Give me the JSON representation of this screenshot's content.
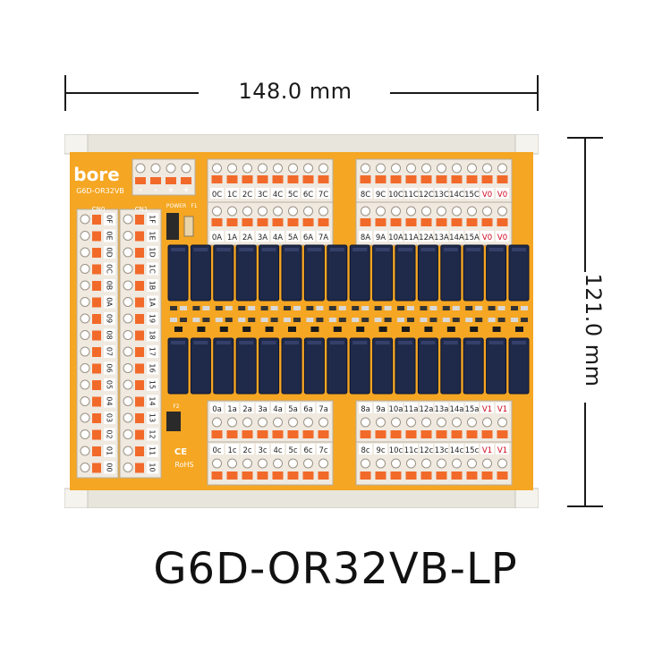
{
  "dimensions": {
    "width_label": "148.0 mm",
    "height_label": "121.0 mm"
  },
  "product": {
    "model": "G6D-OR32VB-LP",
    "brand": "bore",
    "board_model": "G6D-OR32VB",
    "cn_left_outer": "CN0",
    "cn_left_inner": "CN1",
    "power_label": "POWER",
    "fuse_label": "F1",
    "fuse2_label": "F2",
    "ce_mark": "CE",
    "rohs_mark": "RoHS"
  },
  "power_terminals": [
    "-",
    "-",
    "+",
    "+"
  ],
  "terminals": {
    "top_com_left": [
      "0C",
      "1C",
      "2C",
      "3C",
      "4C",
      "5C",
      "6C",
      "7C"
    ],
    "top_no_left": [
      "0A",
      "1A",
      "2A",
      "3A",
      "4A",
      "5A",
      "6A",
      "7A"
    ],
    "top_com_right": [
      "8C",
      "9C",
      "10C",
      "11C",
      "12C",
      "13C",
      "14C",
      "15C",
      "V0",
      "V0"
    ],
    "top_no_right": [
      "8A",
      "9A",
      "10A",
      "11A",
      "12A",
      "13A",
      "14A",
      "15A",
      "V0",
      "V0"
    ],
    "bottom_no_left": [
      "0a",
      "1a",
      "2a",
      "3a",
      "4a",
      "5a",
      "6a",
      "7a"
    ],
    "bottom_com_left": [
      "0c",
      "1c",
      "2c",
      "3c",
      "4c",
      "5c",
      "6c",
      "7c"
    ],
    "bottom_no_right": [
      "8a",
      "9a",
      "10a",
      "11a",
      "12a",
      "13a",
      "14a",
      "15a",
      "V1",
      "V1"
    ],
    "bottom_com_right": [
      "8c",
      "9c",
      "10c",
      "11c",
      "12c",
      "13c",
      "14c",
      "15c",
      "V1",
      "V1"
    ],
    "left_outer": [
      "0F",
      "0E",
      "0D",
      "0C",
      "0B",
      "0A",
      "09",
      "08",
      "07",
      "06",
      "05",
      "04",
      "03",
      "02",
      "01",
      "00"
    ],
    "left_inner": [
      "1F",
      "1E",
      "1D",
      "1C",
      "1B",
      "1A",
      "19",
      "18",
      "17",
      "16",
      "15",
      "14",
      "13",
      "12",
      "11",
      "10"
    ]
  },
  "relay_count_per_row": 16,
  "colors": {
    "pcb": "#f5a623",
    "rail": "#e8e6dc",
    "terminal_block": "#efe9e0",
    "lever": "#f26a2a",
    "relay": "#1f2a4a",
    "v_label": "#d0021b"
  }
}
